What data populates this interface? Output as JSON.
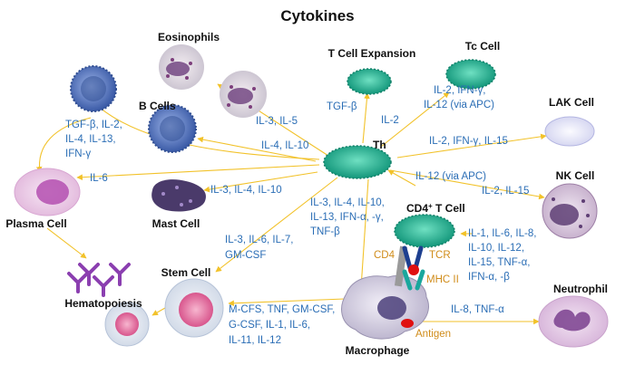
{
  "title": "Cytokines",
  "colors": {
    "arrow": "#f2c22a",
    "cytokine_text": "#2a6db5",
    "molecule_text": "#d08c1a",
    "th_cell": "#1fae8f",
    "b_cell": "#4a6fb8",
    "plasma_cell": "#d96bd2",
    "mast_cell": "#4a3a6a",
    "antigen": "#e01010"
  },
  "nodes": {
    "eosinophils": "Eosinophils",
    "b_cells": "B Cells",
    "t_cell_expansion": "T Cell Expansion",
    "tc_cell": "Tc Cell",
    "lak_cell": "LAK Cell",
    "th": "Th",
    "nk_cell": "NK Cell",
    "plasma_cell": "Plasma Cell",
    "mast_cell": "Mast Cell",
    "cd4_t_cell": "CD4",
    "cd4_t_cell_sup": "+",
    "cd4_t_cell_tail": " T Cell",
    "stem_cell": "Stem Cell",
    "hematopoiesis": "Hematopoiesis",
    "neutrophil": "Neutrophil",
    "macrophage": "Macrophage"
  },
  "cytokines": {
    "eosinophils": "IL-3, IL-5",
    "b_cells": "IL-4, IL-10",
    "plasma_line1": "TGF-β, IL-2,",
    "plasma_line2": "IL-4, IL-13,",
    "plasma_line3": "IFN-γ",
    "plasma_il6": "IL-6",
    "t_expansion_tgf": "TGF-β",
    "t_expansion_il2": "IL-2",
    "tc_line1": "IL-2, IFN-γ,",
    "tc_line2": "IL-12 (via APC)",
    "lak": "IL-2, IFN-γ, IL-15",
    "nk_apc": "IL-12 (via APC)",
    "nk": "IL-2, IL-15",
    "mast": "IL-3, IL-4, IL-10",
    "stem_line1": "IL-3, IL-6, IL-7,",
    "stem_line2": "GM-CSF",
    "th_center_line1": "IL-3, IL-4, IL-10,",
    "th_center_line2": "IL-13, IFN-α, -γ,",
    "th_center_line3": "TNF-β",
    "cd4_line1": "IL-1, IL-6, IL-8,",
    "cd4_line2": "IL-10, IL-12,",
    "cd4_line3": "IL-15, TNF-α,",
    "cd4_line4": "IFN-α, -β",
    "neutrophil": "IL-8, TNF-α",
    "macro_line1": "M-CFS, TNF, GM-CSF,",
    "macro_line2": "G-CSF, IL-1, IL-6,",
    "macro_line3": "IL-11, IL-12"
  },
  "molecules": {
    "cd4": "CD4",
    "tcr": "TCR",
    "mhc": "MHC II",
    "antigen": "Antigen"
  }
}
